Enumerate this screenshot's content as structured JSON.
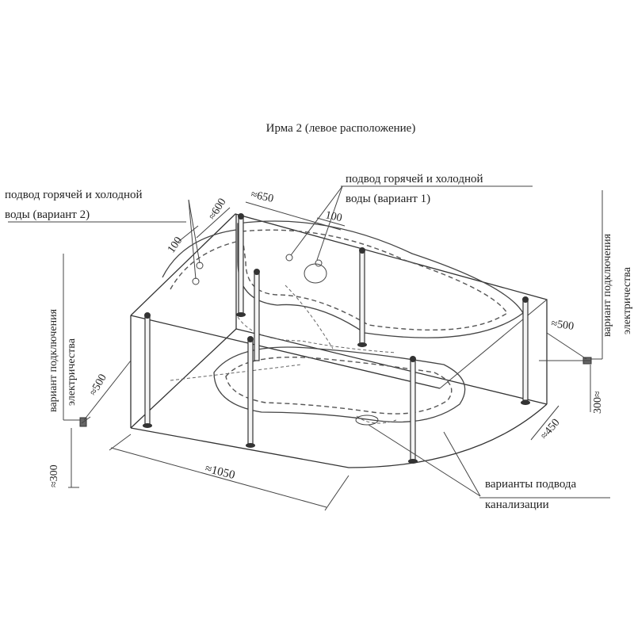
{
  "title": "Ирма 2 (левое расположение)",
  "callouts": {
    "water_v2_line1": "подвод горячей и холодной",
    "water_v2_line2": "воды (вариант 2)",
    "water_v1_line1": "подвод горячей и холодной",
    "water_v1_line2": "воды (вариант 1)",
    "drain_line1": "варианты подвода",
    "drain_line2": "канализации",
    "electric_left_line1": "вариант подключения",
    "electric_left_line2": "электричества",
    "electric_right_line1": "вариант подключения",
    "electric_right_line2": "электричества"
  },
  "dimensions": {
    "d600": "≈600",
    "d650": "≈650",
    "d100_left": "100",
    "d100_top": "100",
    "d500_left": "≈500",
    "d500_right": "≈500",
    "d300_left": "≈300",
    "d300_right": "300≈",
    "d450": "≈450",
    "d1050": "≈1050"
  }
}
